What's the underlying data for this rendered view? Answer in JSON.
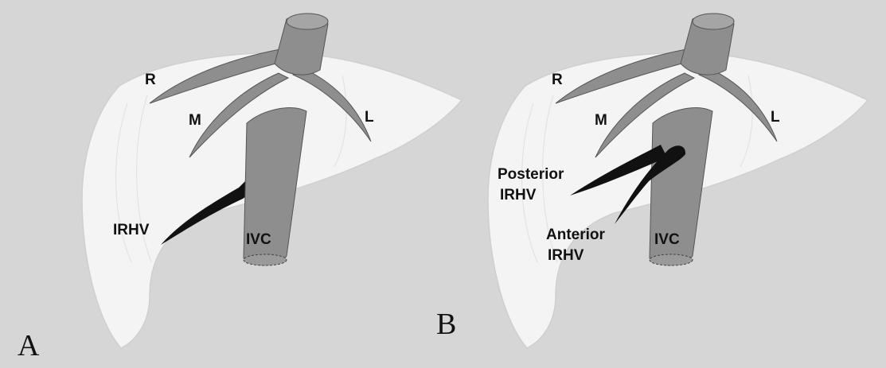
{
  "figure": {
    "panel_a": {
      "letter": "A",
      "labels": {
        "right_vein": "R",
        "middle_vein": "M",
        "left_vein": "L",
        "irhv": "IRHV",
        "ivc": "IVC"
      }
    },
    "panel_b": {
      "letter": "B",
      "labels": {
        "right_vein": "R",
        "middle_vein": "M",
        "left_vein": "L",
        "posterior_irhv": [
          "Posterior",
          "IRHV"
        ],
        "anterior_irhv": [
          "Anterior",
          "IRHV"
        ],
        "ivc": "IVC"
      }
    },
    "colors": {
      "background": "#d6d6d6",
      "liver": "#f4f4f4",
      "vessel": "#8e8e8e",
      "irhv": "#111111"
    }
  }
}
